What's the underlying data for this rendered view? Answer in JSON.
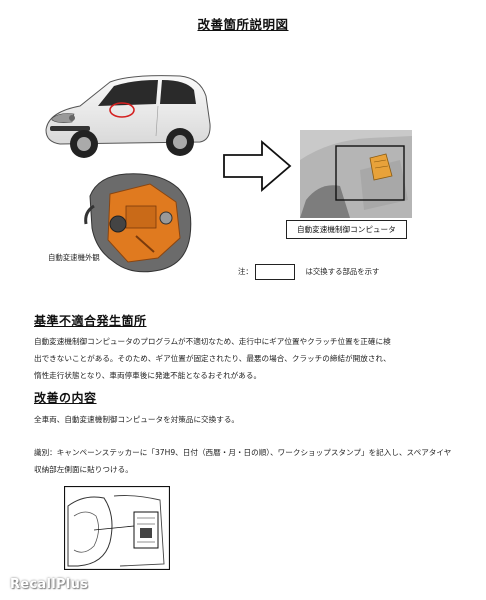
{
  "document": {
    "title": "改善箇所説明図",
    "captions": {
      "transmission": "自動変速機外観",
      "ecu": "自動変速機制御コンピュータ",
      "note_prefix": "注：",
      "note_suffix": "は交換する部品を示す"
    },
    "sections": [
      {
        "heading": "基準不適合発生箇所",
        "lines": [
          "自動変速機制御コンピュータのプログラムが不適切なため、走行中にギア位置やクラッチ位置を正確に検",
          "出できないことがある。そのため、ギア位置が固定されたり、最悪の場合、クラッチの締結が開放され、",
          "惰性走行状態となり、車両停車後に発進不能となるおそれがある。"
        ]
      },
      {
        "heading": "改善の内容",
        "lines": [
          "全車両、自動変速機制御コンピュータを対策品に交換する。"
        ]
      }
    ],
    "identification": {
      "lines": [
        "識別：キャンペーンステッカーに「37H9、日付（西暦・月・日の順）、ワークショップスタンプ」を記入し、スペアタイヤ",
        "収納部左側面に貼りつける。"
      ]
    }
  },
  "watermark": "RecallPlus",
  "colors": {
    "accent_orange": "#e07a1f",
    "highlight_red": "#d42020"
  }
}
